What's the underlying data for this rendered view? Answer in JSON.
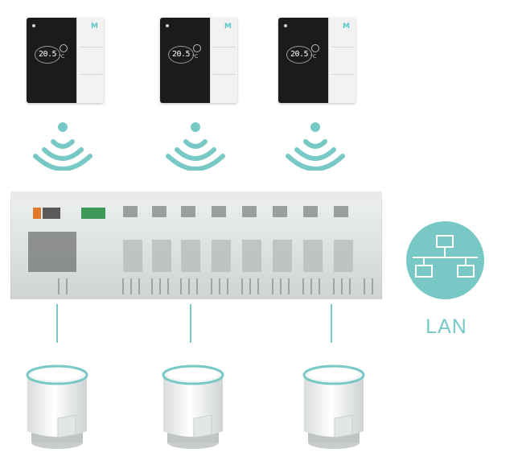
{
  "thermostats": [
    {
      "temp": "20.5",
      "unit": "°C"
    },
    {
      "temp": "20.5",
      "unit": "°C"
    },
    {
      "temp": "20.5",
      "unit": "°C"
    }
  ],
  "thermostat_mode_icon": "M",
  "lan": {
    "label": "LAN"
  },
  "colors": {
    "accent": "#78c9c6",
    "thermostat_dark": "#1b1b1b"
  },
  "icons": [
    "wifi-signal-icon",
    "lan-network-icon"
  ]
}
